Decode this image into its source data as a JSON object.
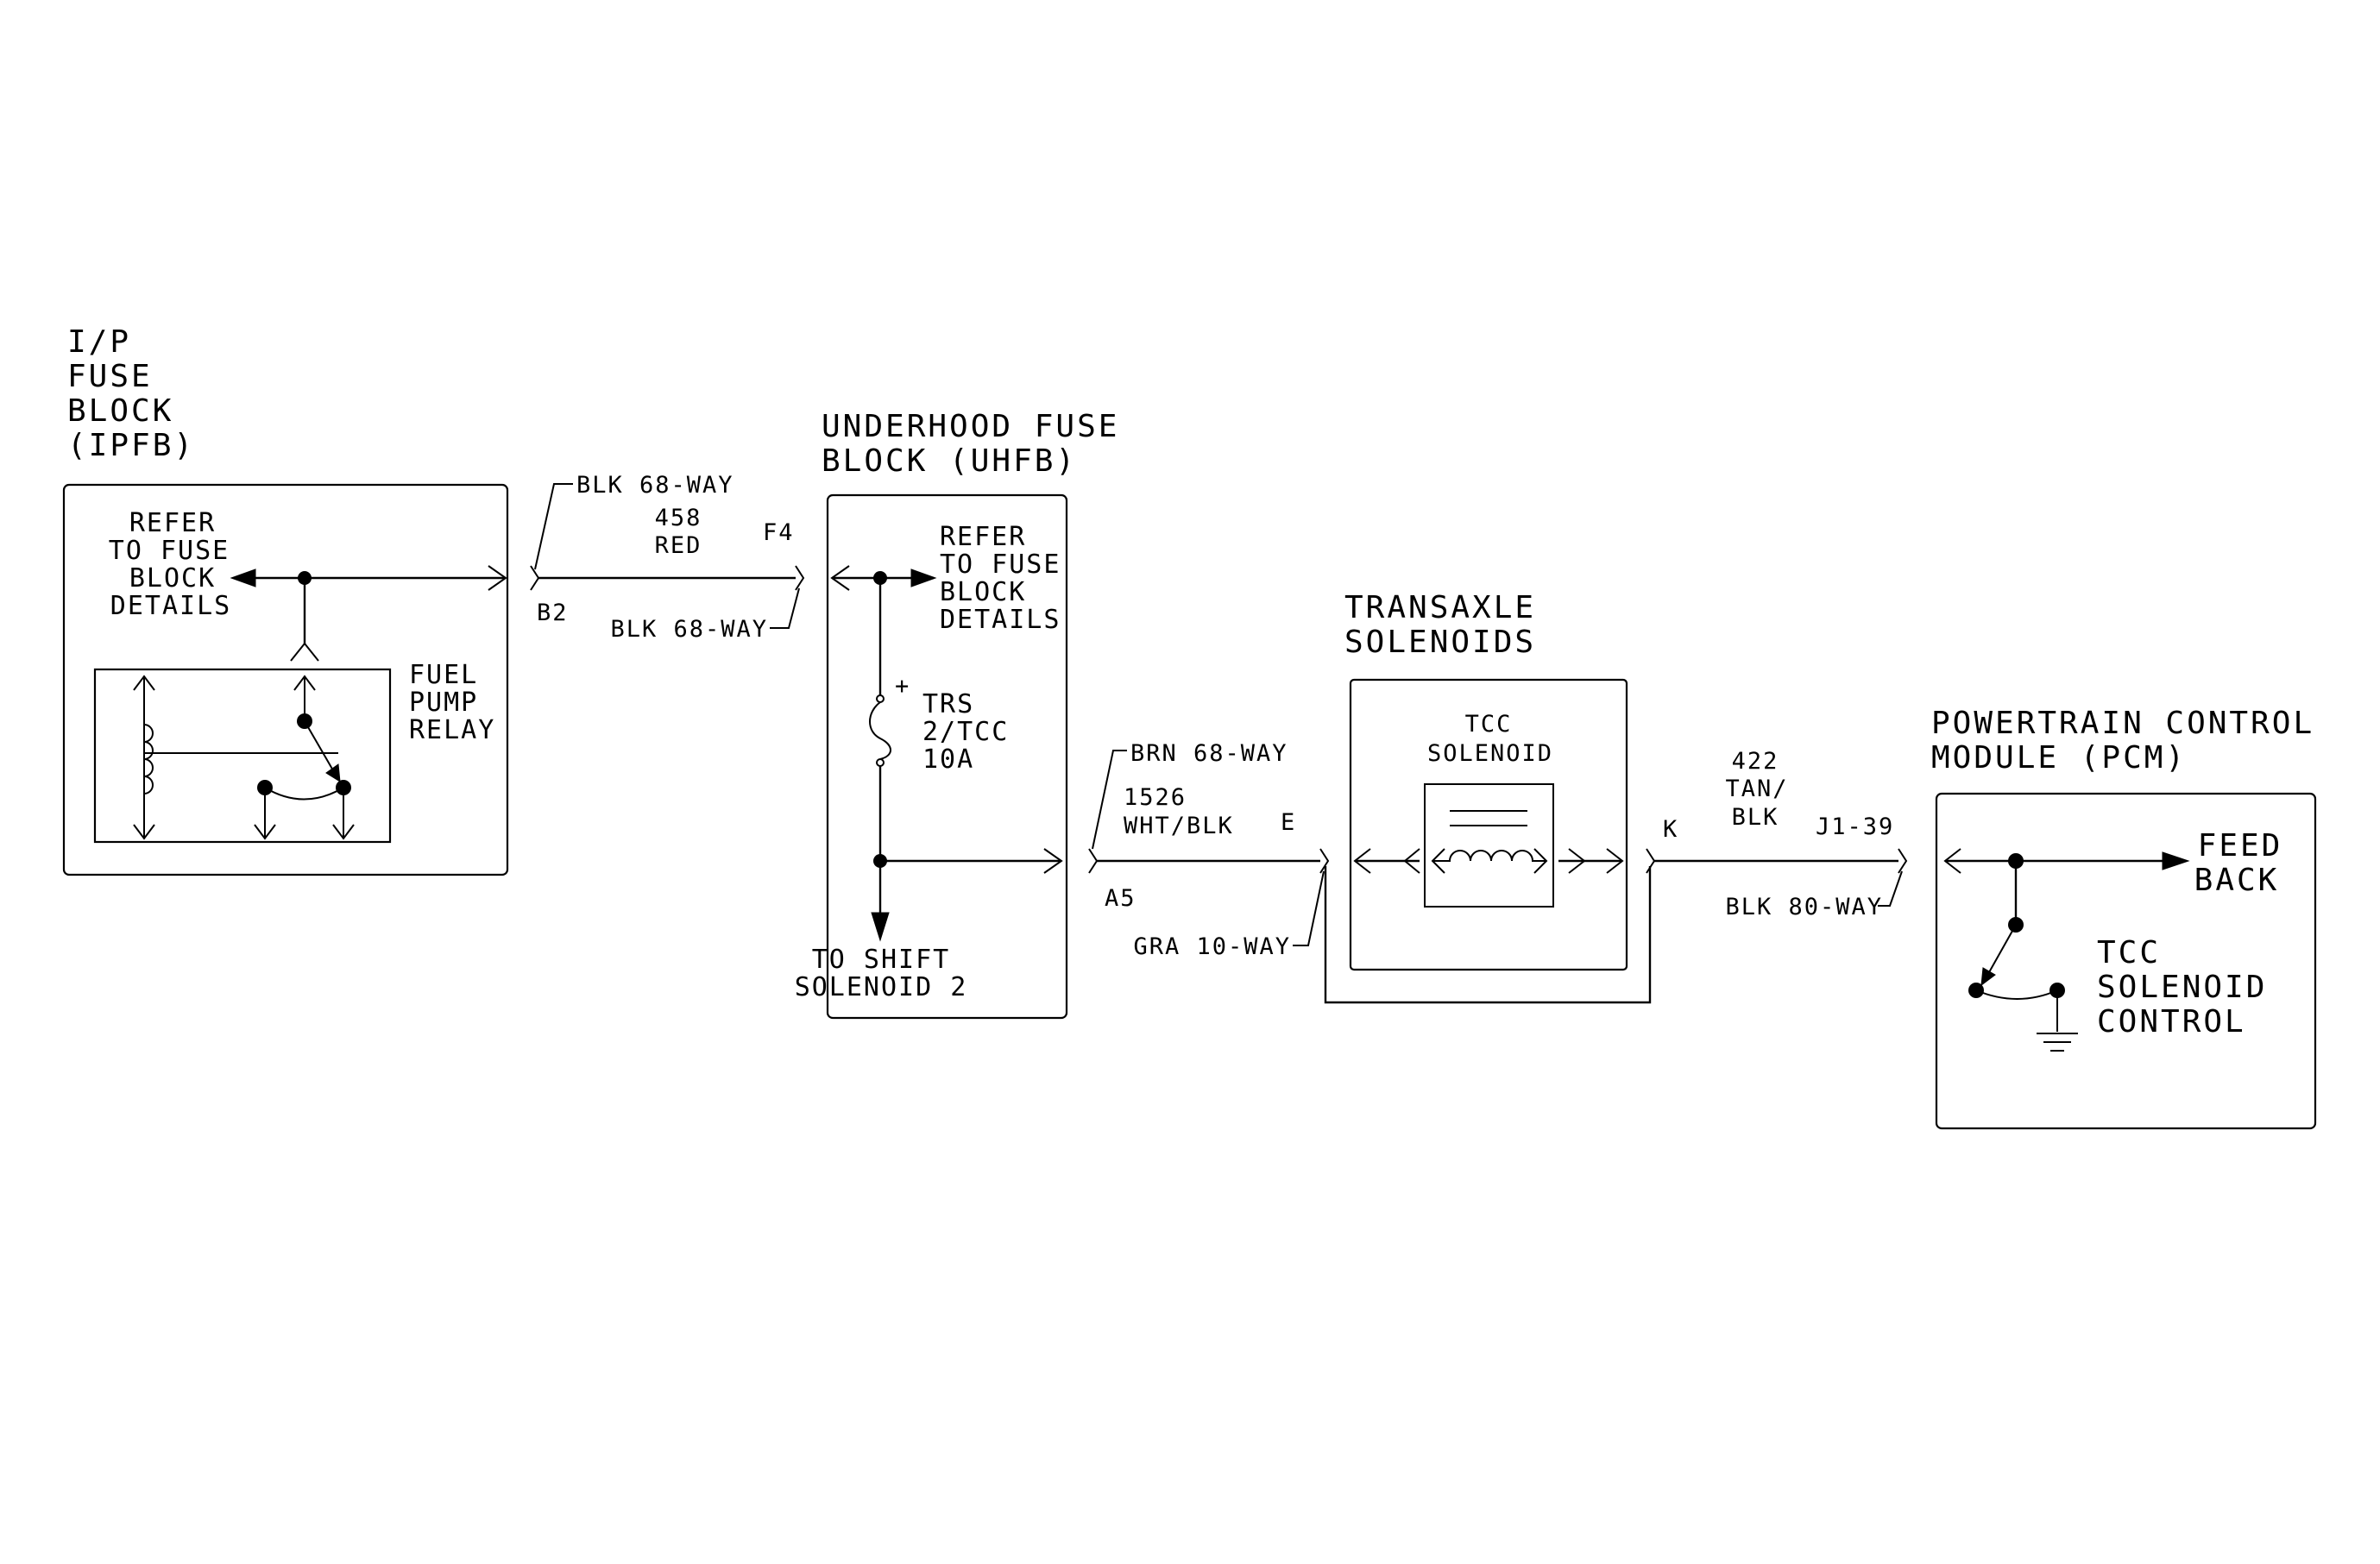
{
  "ipfb": {
    "title": [
      "I/P",
      "FUSE",
      "BLOCK",
      "(IPFB)"
    ],
    "refer": [
      "REFER",
      "TO FUSE",
      "BLOCK",
      "DETAILS"
    ],
    "relay": [
      "FUEL",
      "PUMP",
      "RELAY"
    ]
  },
  "conn1": {
    "upper": "BLK 68-WAY",
    "circuit": "458",
    "color": "RED",
    "pin_left": "B2",
    "pin_right": "F4",
    "lower": "BLK 68-WAY"
  },
  "uhfb": {
    "title": [
      "UNDERHOOD FUSE",
      "BLOCK (UHFB)"
    ],
    "refer": [
      "REFER",
      "TO FUSE",
      "BLOCK",
      "DETAILS"
    ],
    "plus": "+",
    "fuse": [
      "TRS",
      "2/TCC",
      "10A"
    ],
    "shift": [
      "TO SHIFT",
      "SOLENOID 2"
    ]
  },
  "conn2": {
    "upper": "BRN 68-WAY",
    "circuit": "1526",
    "color": "WHT/BLK",
    "pin_left": "A5",
    "pin_right": "E",
    "lower": "GRA 10-WAY"
  },
  "transaxle": {
    "title": [
      "TRANSAXLE",
      "SOLENOIDS"
    ],
    "solenoid": [
      "TCC",
      "SOLENOID"
    ]
  },
  "conn3": {
    "pin_left": "K",
    "circuit": "422",
    "color": [
      "TAN/",
      "BLK"
    ],
    "pin_right": "J1-39",
    "lower": "BLK 80-WAY"
  },
  "pcm": {
    "title": [
      "POWERTRAIN CONTROL",
      "MODULE (PCM)"
    ],
    "feedback": [
      "FEED",
      "BACK"
    ],
    "control": [
      "TCC",
      "SOLENOID",
      "CONTROL"
    ]
  }
}
